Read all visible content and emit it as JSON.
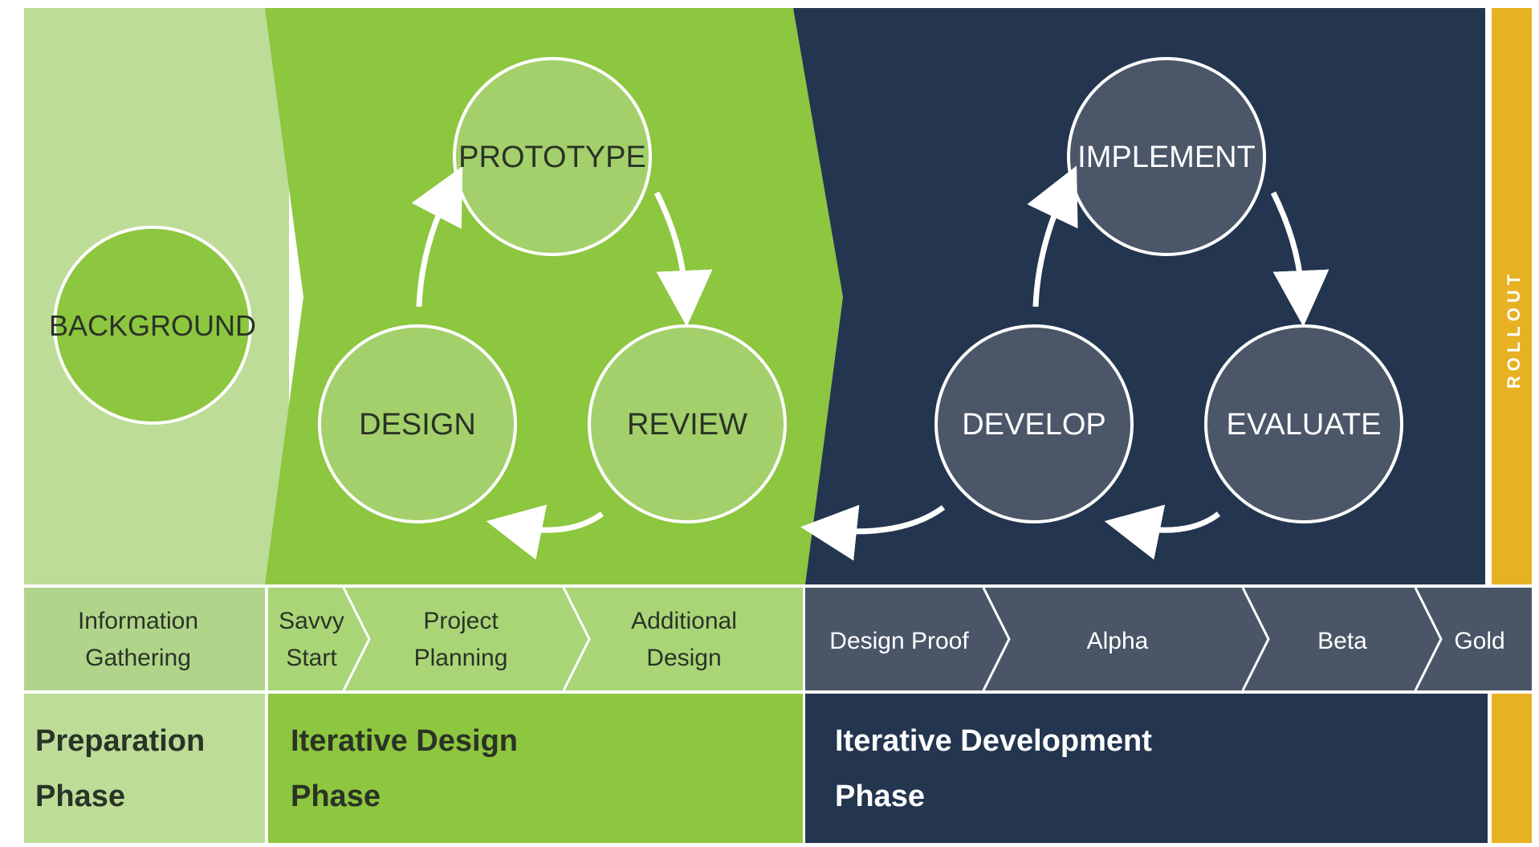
{
  "colors": {
    "prep_bg": "#bcdc98",
    "prep_band": "#b0d58a",
    "design_bg": "#8dc63f",
    "design_band": "#a9d577",
    "design_circle": "#a4d06b",
    "dev_bg": "#23354f",
    "dev_band": "#4a5668",
    "dev_circle": "#4b5668",
    "rollout": "#e6b223",
    "dark_text": "#2a3326",
    "light_text": "#ffffff"
  },
  "cycles": {
    "background": "BACKGROUND",
    "prototype": "PROTOTYPE",
    "design": "DESIGN",
    "review": "REVIEW",
    "implement": "IMPLEMENT",
    "develop": "DEVELOP",
    "evaluate": "EVALUATE"
  },
  "rollout": "ROLLOUT",
  "steps": {
    "information_gathering": [
      "Information",
      "Gathering"
    ],
    "savvy_start": [
      "Savvy",
      "Start"
    ],
    "project_planning": [
      "Project",
      "Planning"
    ],
    "additional_design": [
      "Additional",
      "Design"
    ],
    "design_proof": "Design Proof",
    "alpha": "Alpha",
    "beta": "Beta",
    "gold": "Gold"
  },
  "phases": {
    "preparation": [
      "Preparation",
      "Phase"
    ],
    "iterative_design": [
      "Iterative Design",
      "Phase"
    ],
    "iterative_development": [
      "Iterative Development",
      "Phase"
    ]
  }
}
